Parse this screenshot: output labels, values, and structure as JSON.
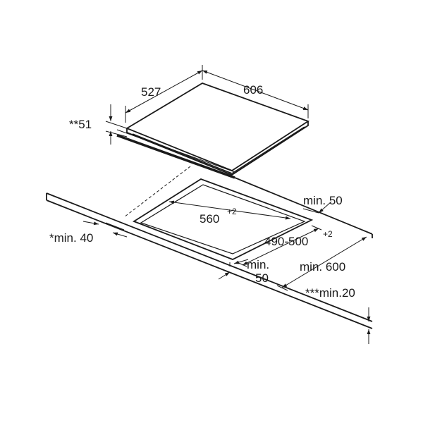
{
  "labels": {
    "depth": "527",
    "width": "606",
    "thickness": "**51",
    "edge_min_right": "min. 50",
    "cutout_width": "560",
    "cutout_width_tol": "+2",
    "cutout_depth": "490-500",
    "cutout_depth_tol": "+2",
    "front_min_a": "min.",
    "front_min_b": "50",
    "wall_min": "*min. 40",
    "depth_min": "min. 600",
    "worktop_min": "***min.20"
  }
}
